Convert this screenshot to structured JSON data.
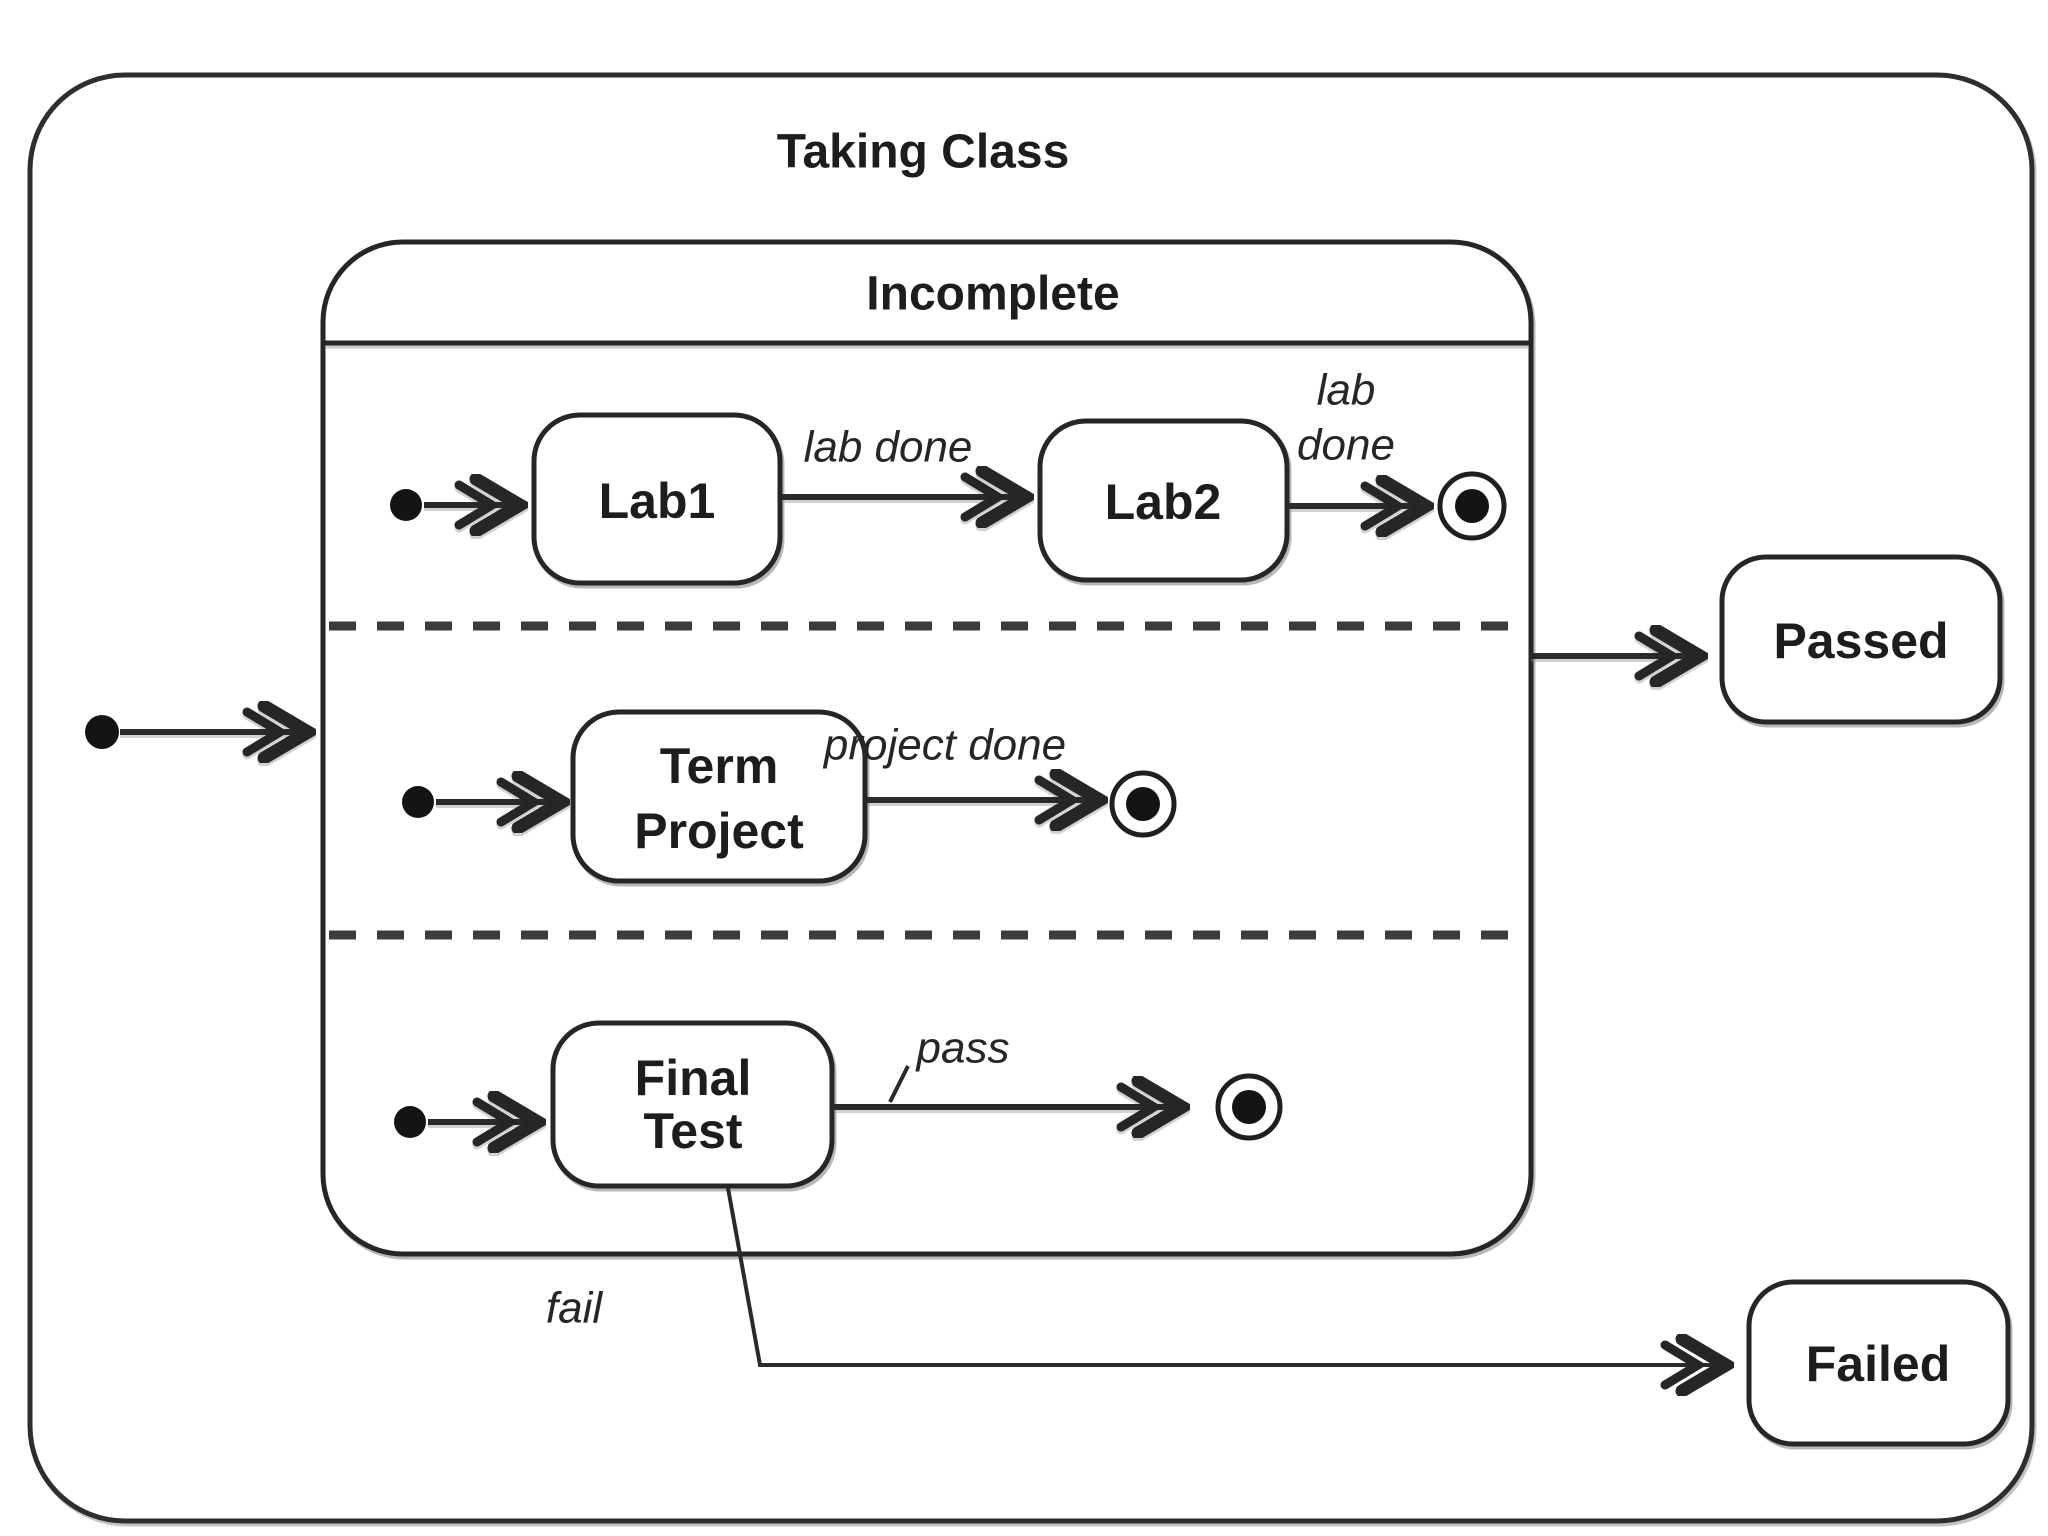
{
  "diagram_type": "UML state machine diagram",
  "colors": {
    "ink": "#262626",
    "background": "#ffffff",
    "dash": "#3d3d3d"
  },
  "outer": {
    "title": "Taking Class",
    "passed": "Passed",
    "failed": "Failed"
  },
  "composite": {
    "title": "Incomplete",
    "region1": {
      "state1": "Lab1",
      "state2": "Lab2",
      "t1": "lab done",
      "t2_line1": "lab",
      "t2_line2": "done"
    },
    "region2": {
      "state_line1": "Term",
      "state_line2": "Project",
      "t1": "project done"
    },
    "region3": {
      "state_line1": "Final",
      "state_line2": "Test",
      "t_pass": "pass",
      "t_fail": "fail"
    }
  }
}
